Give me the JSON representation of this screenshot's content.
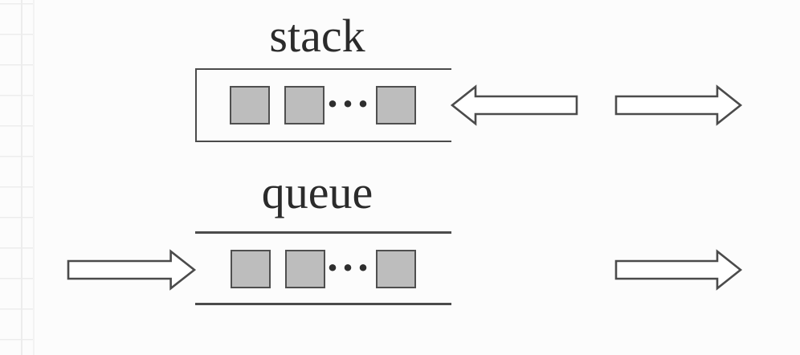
{
  "diagram": {
    "title": "stack vs queue data structure illustration",
    "stack": {
      "label": "stack",
      "ellipsis": "···",
      "cell_count": 3,
      "container_shape": "rectangle open on the right side",
      "arrows": [
        {
          "name": "arrow-left",
          "direction": "left",
          "position": "right of container, pointing into the open end"
        },
        {
          "name": "arrow-right",
          "direction": "right",
          "position": "far right, pointing away"
        }
      ]
    },
    "queue": {
      "label": "queue",
      "ellipsis": "···",
      "cell_count": 3,
      "container_shape": "two horizontal lines open on both ends",
      "arrows": [
        {
          "name": "arrow-right-in",
          "direction": "right",
          "position": "left side, pointing into the queue"
        },
        {
          "name": "arrow-right-out",
          "direction": "right",
          "position": "far right, pointing away"
        }
      ]
    },
    "colors": {
      "outline": "#4b4b4b",
      "cell_fill": "#bdbdbd",
      "cell_border": "#4f4f4f",
      "text": "#2b2b2b",
      "background": "#fcfcfc",
      "grid_line": "#ededed",
      "arrow_fill": "#ffffff"
    }
  }
}
